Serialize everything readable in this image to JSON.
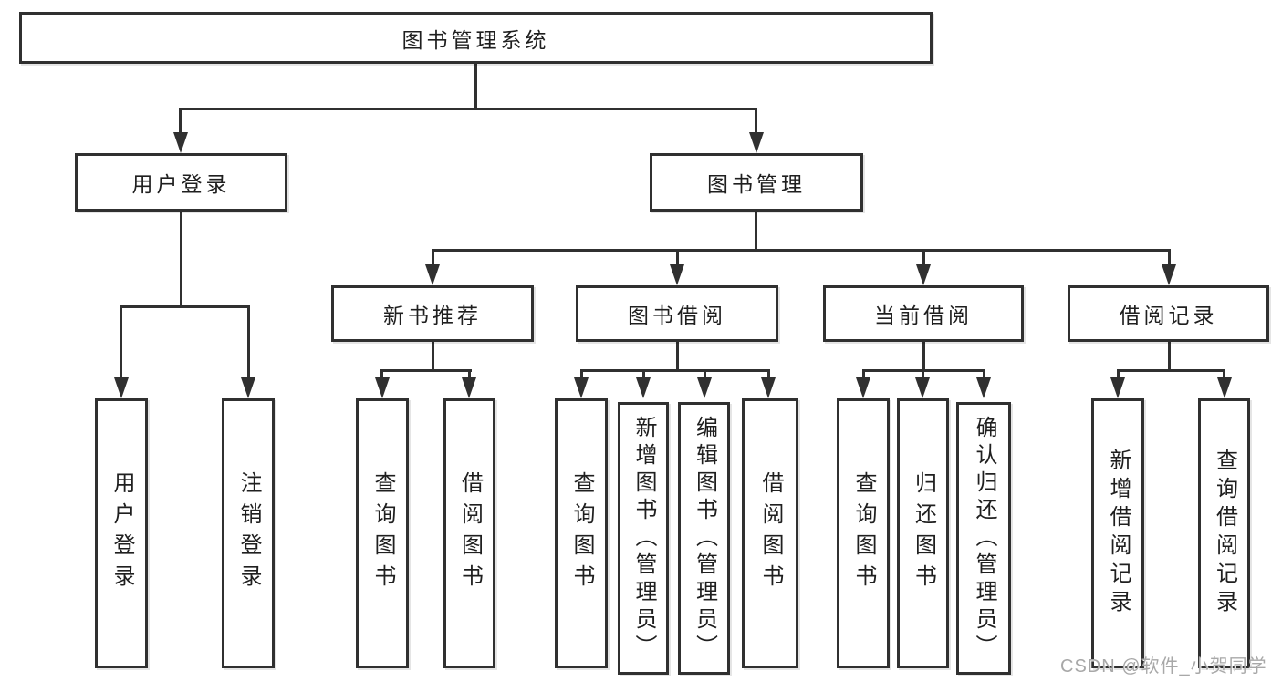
{
  "tree": {
    "label": "图书管理系统",
    "children": [
      {
        "label": "用户登录",
        "children": [
          {
            "label": "用户登录"
          },
          {
            "label": "注销登录"
          }
        ]
      },
      {
        "label": "图书管理",
        "children": [
          {
            "label": "新书推荐",
            "children": [
              {
                "label": "查询图书"
              },
              {
                "label": "借阅图书"
              }
            ]
          },
          {
            "label": "图书借阅",
            "children": [
              {
                "label": "查询图书"
              },
              {
                "label": "新增图书（管理员）"
              },
              {
                "label": "编辑图书（管理员）"
              },
              {
                "label": "借阅图书"
              }
            ]
          },
          {
            "label": "当前借阅",
            "children": [
              {
                "label": "查询图书"
              },
              {
                "label": "归还图书"
              },
              {
                "label": "确认归还（管理员）"
              }
            ]
          },
          {
            "label": "借阅记录",
            "children": [
              {
                "label": "新增借阅记录"
              },
              {
                "label": "查询借阅记录"
              }
            ]
          }
        ]
      }
    ]
  },
  "watermark": "CSDN @软件_小贺同学",
  "colors": {
    "line": "#303030",
    "text": "#1f1f1f",
    "watermark": "#a8a8a8",
    "background": "#ffffff"
  }
}
